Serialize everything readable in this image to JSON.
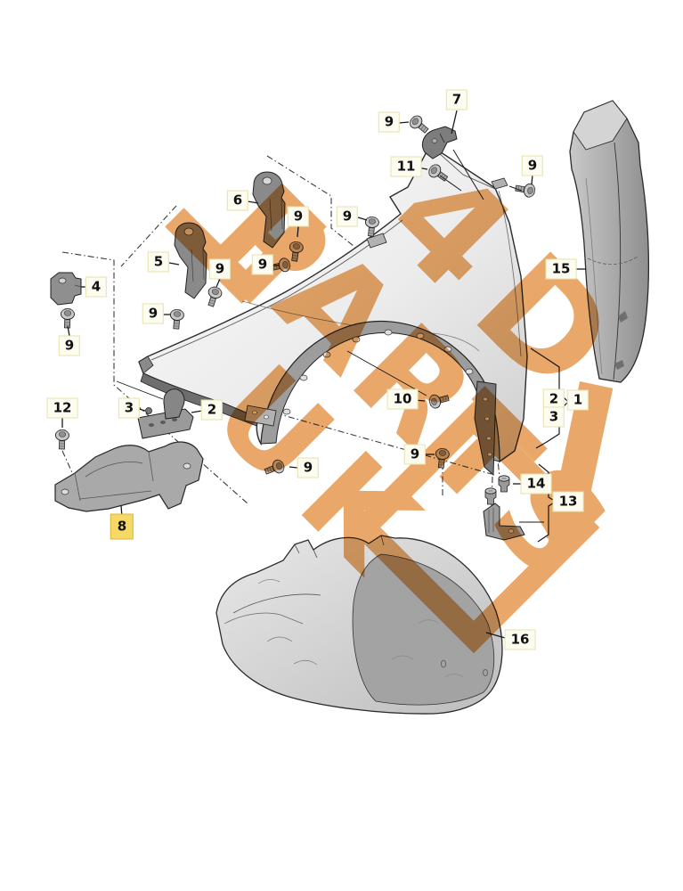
{
  "watermark": {
    "line1": "4D",
    "line2": "PARTS",
    "line3": "UK",
    "color": "#e9a869"
  },
  "colors": {
    "highlight_bg": "#f6d964",
    "label_bg": "#fdfcf0",
    "label_border": "#e9e1ae"
  },
  "highlighted_label": "8",
  "labels": [
    {
      "text": "7"
    },
    {
      "text": "9"
    },
    {
      "text": "11"
    },
    {
      "text": "9"
    },
    {
      "text": "6"
    },
    {
      "text": "9"
    },
    {
      "text": "9"
    },
    {
      "text": "5"
    },
    {
      "text": "9"
    },
    {
      "text": "9"
    },
    {
      "text": "4"
    },
    {
      "text": "15"
    },
    {
      "text": "9"
    },
    {
      "text": "9"
    },
    {
      "text": "2"
    },
    {
      "text": "1"
    },
    {
      "text": "3"
    },
    {
      "text": "10"
    },
    {
      "text": "12"
    },
    {
      "text": "3"
    },
    {
      "text": "2"
    },
    {
      "text": "9"
    },
    {
      "text": "9"
    },
    {
      "text": "14"
    },
    {
      "text": "13"
    },
    {
      "text": "8",
      "highlight": true
    },
    {
      "text": "16"
    }
  ]
}
